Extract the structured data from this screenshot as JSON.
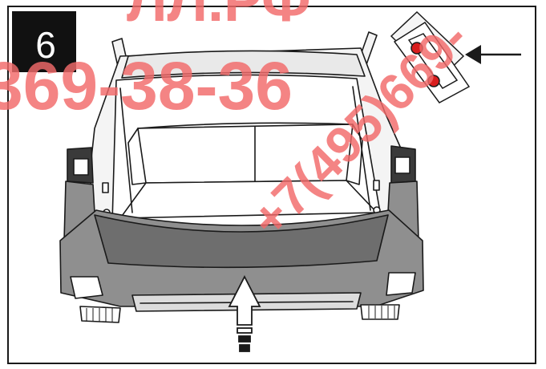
{
  "step": {
    "number": "6"
  },
  "watermark": {
    "line1": "ЛЛ.РФ",
    "line2": "369-38-36",
    "diagonal": "+7(495)669-",
    "color": "#f26a6a"
  },
  "colors": {
    "outline": "#1a1a1a",
    "bumper_fill": "#8f8f8f",
    "bumper_dark": "#5a5a5a",
    "car_light": "#f2f2f2",
    "badge_bg": "#111111",
    "badge_text": "#ffffff",
    "highlight_red": "#d81e1e"
  }
}
